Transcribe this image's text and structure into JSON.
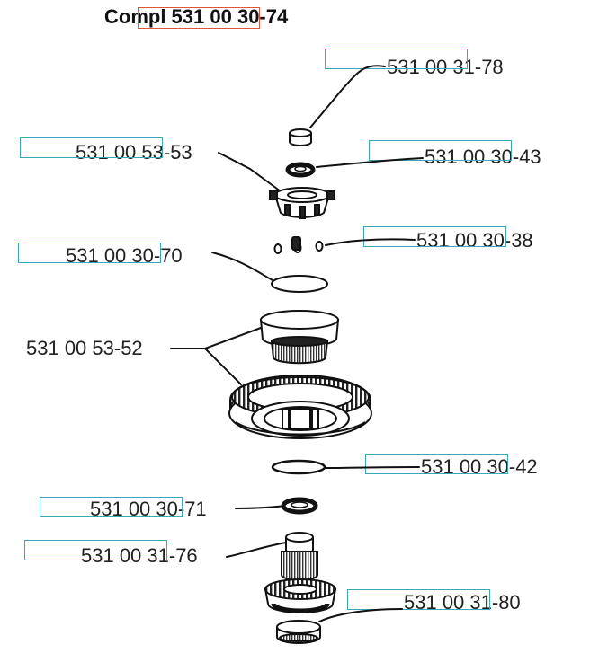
{
  "title": "Compl 531 00 30-74",
  "labels": {
    "p1": "531 00 31-78",
    "p2": "531 00 53-53",
    "p3": "531 00 30-43",
    "p4": "531 00 30-70",
    "p5": "531 00 30-38",
    "p6": "531 00 53-52",
    "p7": "531 00 30-42",
    "p8": "531 00 30-71",
    "p9": "531 00 31-76",
    "p10": "531 00 31-80"
  },
  "colors": {
    "highlight_box": "#3aa6b9",
    "title_box": "#e0553a",
    "ink": "#222222"
  }
}
